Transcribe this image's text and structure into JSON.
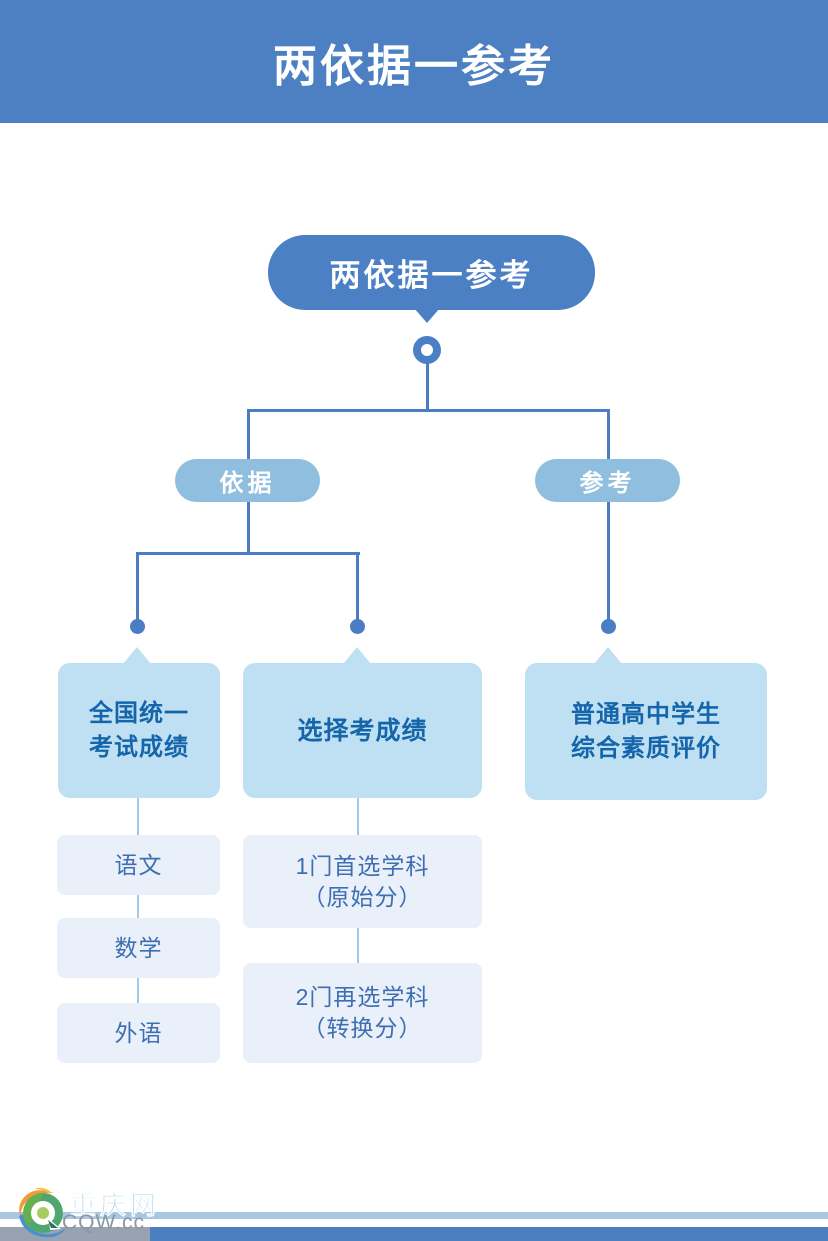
{
  "header": {
    "title": "两依据一参考"
  },
  "diagram": {
    "root_label": "两依据一参考",
    "branch_left": "依据",
    "branch_right": "参考",
    "boxes": [
      {
        "lines": [
          "全国统一",
          "考试成绩"
        ]
      },
      {
        "lines": [
          "选择考成绩"
        ]
      },
      {
        "lines": [
          "普通高中学生",
          "综合素质评价"
        ]
      }
    ],
    "sub_left": [
      "语文",
      "数学",
      "外语"
    ],
    "sub_mid": [
      {
        "lines": [
          "1门首选学科",
          "（原始分）"
        ]
      },
      {
        "lines": [
          "2门再选学科",
          "（转换分）"
        ]
      }
    ]
  },
  "footer": {
    "brand": "重庆网",
    "domain": "CQW.cc"
  },
  "colors": {
    "header_bg": "#4d80c2",
    "root_pill": "#4b80c5",
    "branch_pill": "#8fbede",
    "connector_line": "#4a7dc4",
    "main_box_fill": "#bfe0f2",
    "main_box_text": "#1565ab",
    "sub_box_fill": "#e9f0f9",
    "sub_box_text": "#3e6eb2",
    "sub_line": "#a3cbe8",
    "footer_stripe": "#a9c6e3",
    "footer_bar": "#4b7fc0"
  }
}
